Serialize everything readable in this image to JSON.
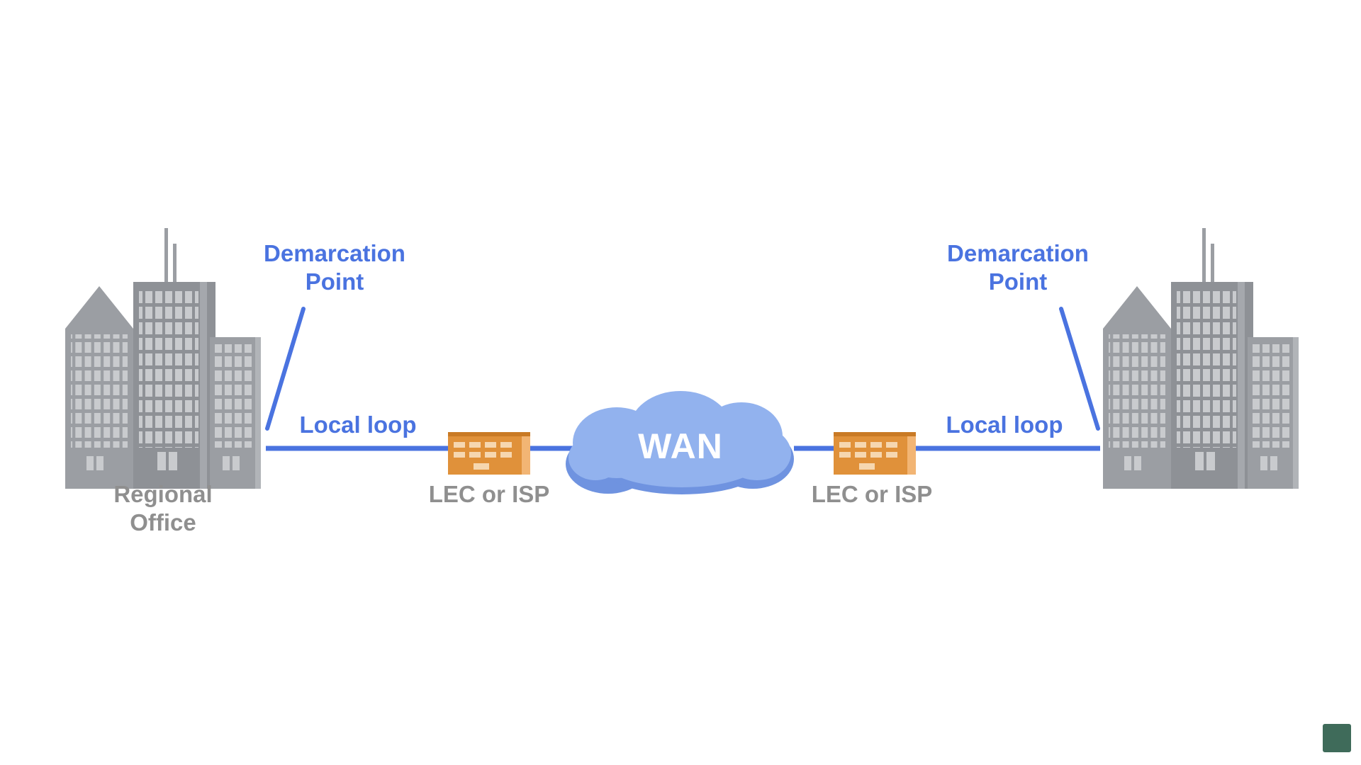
{
  "colors": {
    "link": "#4a73e0",
    "building": "#9b9ea3",
    "building_dark": "#7e8186",
    "window": "#c9cbce",
    "device": "#e0913a",
    "cloud": "#8fb0ec",
    "label_gray": "#8f8f8f"
  },
  "left_site": {
    "demarc_label": "Demarcation Point",
    "local_loop_label": "Local loop",
    "building_label": "Regional Office",
    "building_icon": "office-buildings-icon",
    "device_label": "LEC or ISP",
    "device_icon": "isp-device-icon"
  },
  "cloud": {
    "label": "WAN",
    "icon": "cloud-icon"
  },
  "right_site": {
    "demarc_label": "Demarcation Point",
    "local_loop_label": "Local loop",
    "building_icon": "office-buildings-icon",
    "device_label": "LEC or ISP",
    "device_icon": "isp-device-icon"
  }
}
